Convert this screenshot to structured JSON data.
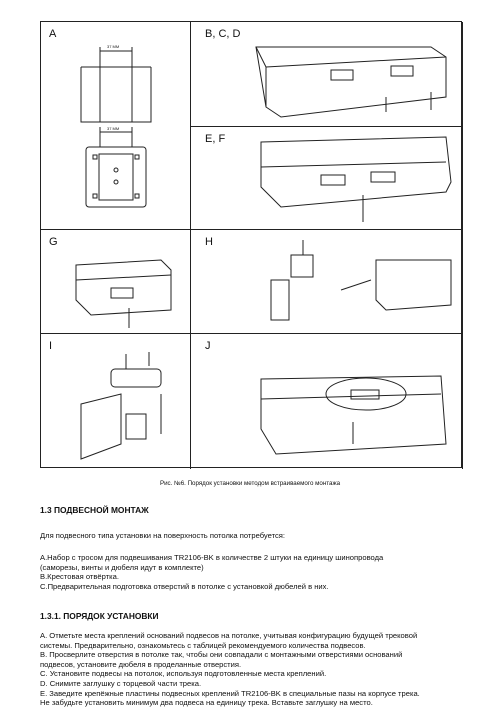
{
  "figure": {
    "panels": {
      "a": "A",
      "bcd": "B, C, D",
      "ef": "E, F",
      "g": "G",
      "h": "H",
      "i": "I",
      "j": "J"
    },
    "dim_top": "37 MM",
    "dim_bottom": "37 MM",
    "caption": "Рис. №6. Порядок установки методом встраиваемого монтажа"
  },
  "section": {
    "heading": "1.3 ПОДВЕСНОЙ МОНТАЖ",
    "intro": "Для подвесного типа установки на поверхность потолка потребуется:",
    "req_a1": "А.Набор с тросом для подвешивания TR2106-BK в количестве 2 штуки на единицу шинопровода",
    "req_a2": "(саморезы, винты и дюбеля идут в комплекте)",
    "req_b": "В.Крестовая отвёртка.",
    "req_c": "С.Предварительная подготовка отверстий в потолке с установкой дюбелей в них."
  },
  "subsection": {
    "heading": "1.3.1. ПОРЯДОК УСТАНОВКИ",
    "l1": "А. Отметьте места креплений оснований подвесов на потолке, учитывая конфигурацию будущей трековой",
    "l2": "системы. Предварительно, ознакомьтесь с таблицей рекомендуемого количества подвесов.",
    "l3": "В. Просверлите отверстия в потолке так, чтобы они совпадали с монтажными отверстиями оснований",
    "l4": "подвесов, установите дюбеля в проделанные отверстия.",
    "l5": "С. Установите подвесы на потолок, используя подготовленные места креплений.",
    "l6": "D. Снимите заглушку с торцевой части трека.",
    "l7": "E. Заведите крепёжные пластины подвесных креплений TR2106-BK в специальные пазы на корпусе трека.",
    "l8": "Не забудьте установить минимум два подвеса на единицу трека. Вставьте заглушку на место."
  }
}
